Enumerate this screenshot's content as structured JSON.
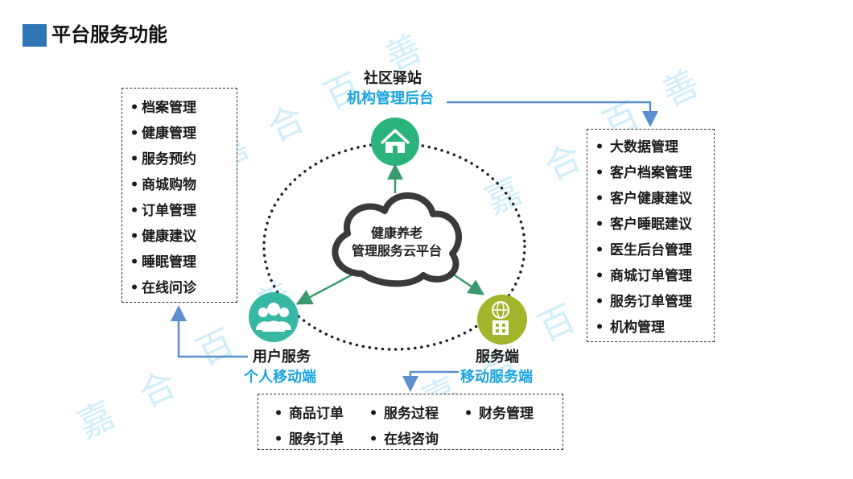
{
  "title": "平台服务功能",
  "watermark_chars": [
    "嘉",
    "合",
    "百",
    "善"
  ],
  "colors": {
    "title_square": "#2e75b6",
    "accent_blue_text": "#1aa3e0",
    "node_green": "#2ab37a",
    "node_teal": "#36b8a5",
    "node_olive": "#a3b52b",
    "connector_blue": "#5b8fd0",
    "arrow_green": "#3a9a6e"
  },
  "nodes": {
    "top": {
      "line1": "社区驿站",
      "line2": "机构管理后台",
      "icon": "house-icon"
    },
    "left": {
      "line1": "用户服务",
      "line2": "个人移动端",
      "icon": "users-icon"
    },
    "right": {
      "line1": "服务端",
      "line2": "移动服务端",
      "icon": "globe-building-icon"
    }
  },
  "cloud": {
    "line1": "健康养老",
    "line2": "管理服务云平台",
    "icon": "cloud-icon"
  },
  "bullet": "•",
  "left_list": [
    "档案管理",
    "健康管理",
    "服务预约",
    "商城购物",
    "订单管理",
    "健康建议",
    "睡眠管理",
    "在线问诊"
  ],
  "right_list": [
    "大数据管理",
    "客户档案管理",
    "客户健康建议",
    "客户睡眠建议",
    "医生后台管理",
    "商城订单管理",
    "服务订单管理",
    "机构管理"
  ],
  "bottom_list": {
    "row1": [
      "商品订单",
      "服务过程",
      "财务管理"
    ],
    "row2": [
      "服务订单",
      "在线咨询"
    ]
  }
}
